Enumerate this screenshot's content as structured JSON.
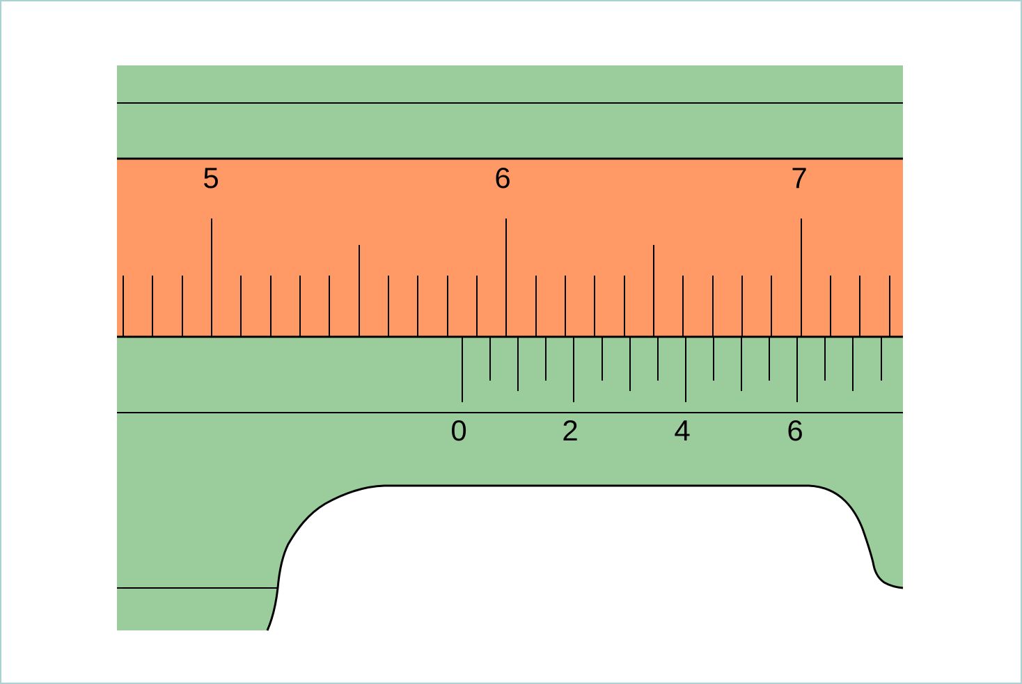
{
  "diagram": {
    "colors": {
      "jaw": "#9bcc9b",
      "main_scale": "#ff9966",
      "line": "#000000",
      "frame": "#a9d3d2"
    },
    "main_scale": {
      "labels": [
        "5",
        "6",
        "7"
      ]
    },
    "vernier_scale": {
      "labels": [
        "0",
        "2",
        "4",
        "6"
      ]
    }
  }
}
